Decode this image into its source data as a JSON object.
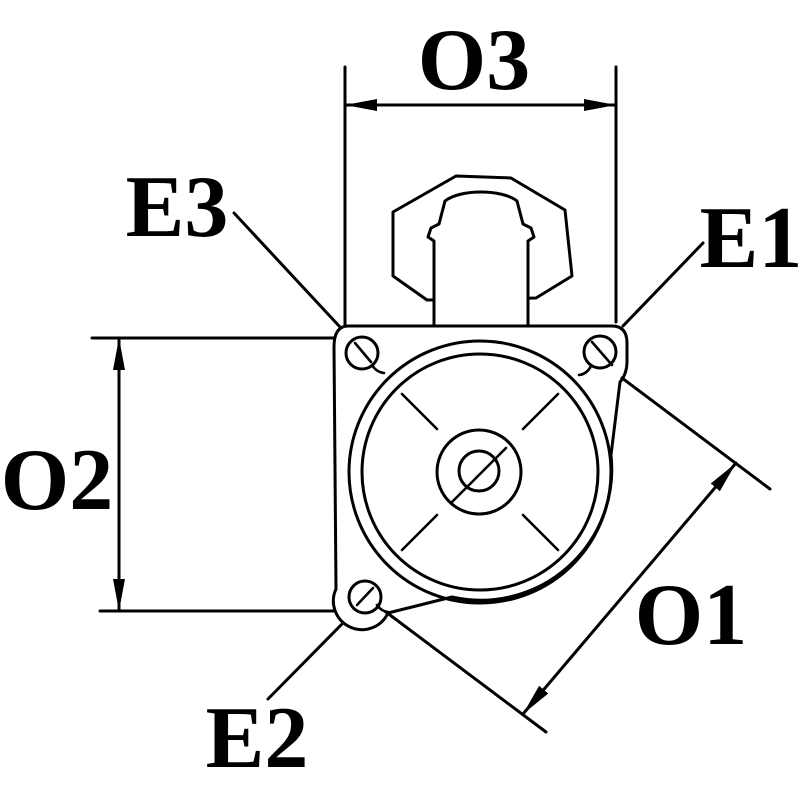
{
  "drawing": {
    "kind": "technical-dimension-drawing",
    "subject": "starter-motor mounting flange, end view",
    "background_color": "#ffffff",
    "stroke_color": "#000000",
    "dimension_labels": {
      "o3": "O3",
      "o2": "O2",
      "o1": "O1"
    },
    "hole_labels": {
      "e1": "E1",
      "e2": "E2",
      "e3": "E3"
    }
  }
}
